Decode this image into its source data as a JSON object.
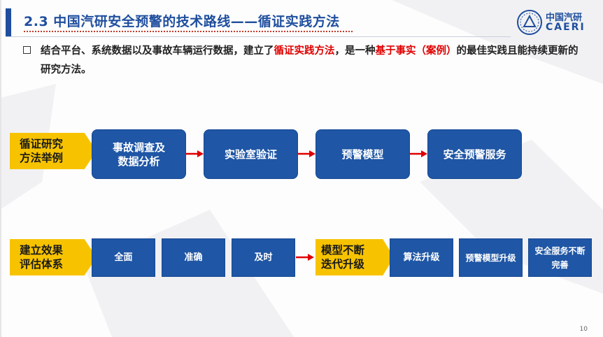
{
  "title": "2.3 中国汽研安全预警的技术路线——循证实践方法",
  "logo": {
    "cn": "中国汽研",
    "en": "CAERI",
    "icon": "caeri-emblem-icon"
  },
  "intro": {
    "part1": "结合平台、系统数据以及事故车辆运行数据，建立了",
    "highlight1": "循证实践方法",
    "part2": "，是一种",
    "highlight2": "基于事实（案例）",
    "part3": "的最佳实践且能持续更新的研究方法。"
  },
  "row1": {
    "tag_line1": "循证研究",
    "tag_line2": "方法举例",
    "steps": [
      {
        "line1": "事故调查及",
        "line2": "数据分析"
      },
      {
        "line1": "实验室验证",
        "line2": ""
      },
      {
        "line1": "预警模型",
        "line2": ""
      },
      {
        "line1": "安全预警服务",
        "line2": ""
      }
    ]
  },
  "row2": {
    "tag_line1": "建立效果",
    "tag_line2": "评估体系",
    "criteria": [
      "全面",
      "准确",
      "及时"
    ],
    "tag2_line1": "模型不断",
    "tag2_line2": "迭代升级",
    "upgrades": [
      {
        "line1": "算法升级",
        "line2": ""
      },
      {
        "line1": "预警模型升级",
        "line2": ""
      },
      {
        "line1": "安全服务不断",
        "line2": "完善"
      }
    ]
  },
  "colors": {
    "primary": "#1f56a5",
    "title": "#1f4e9e",
    "tag": "#f7c300",
    "arrow": "#e00000",
    "highlight": "#e00000"
  },
  "page_number": "10"
}
